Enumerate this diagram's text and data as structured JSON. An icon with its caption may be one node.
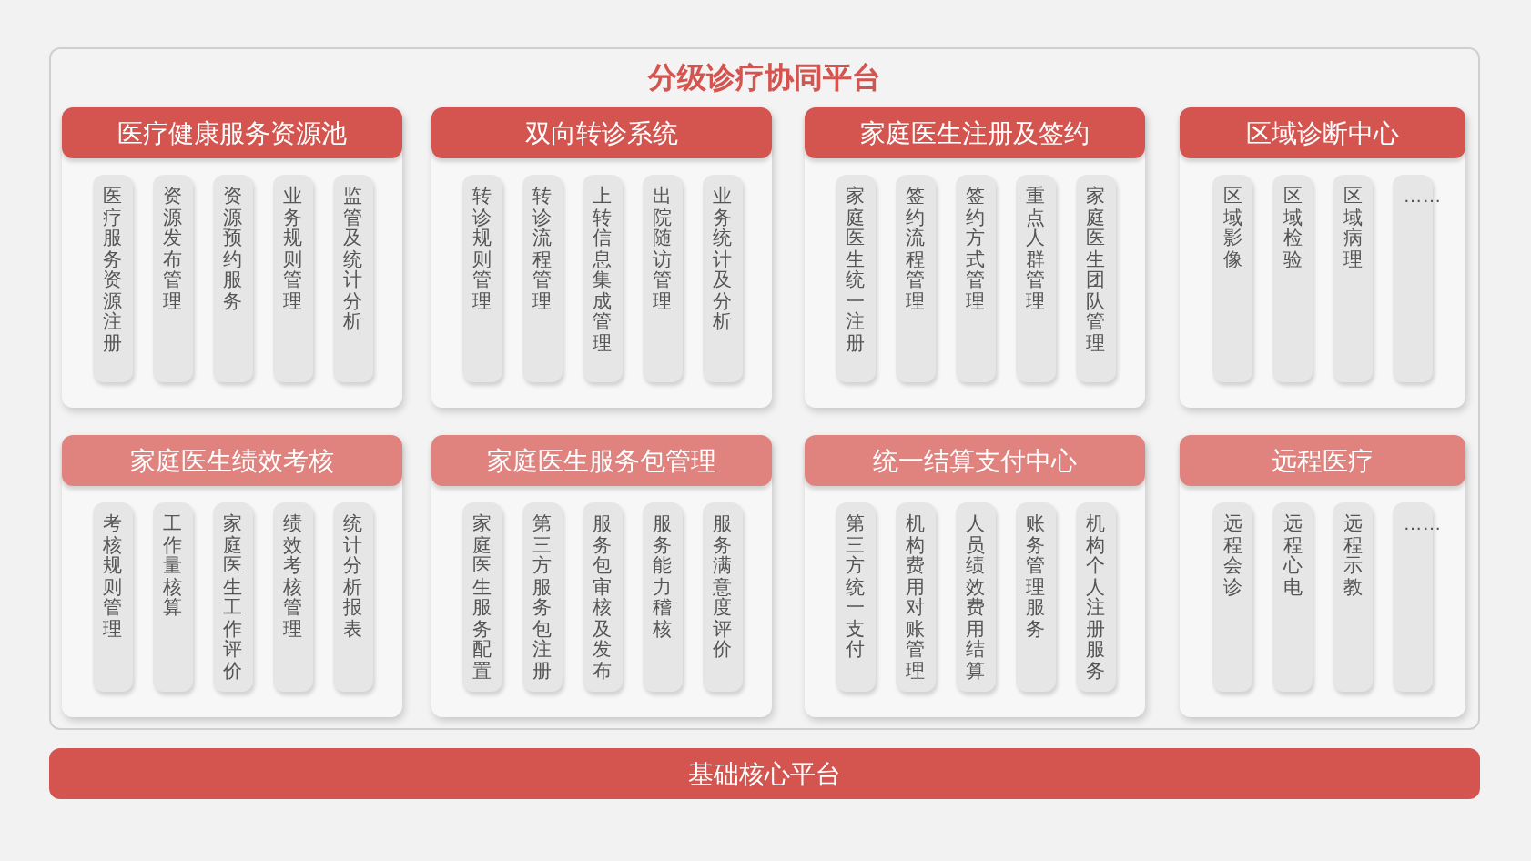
{
  "diagram": {
    "nodes": [
      {
        "text": [
          "分级诊疗协同平台"
        ]
      },
      {
        "text": [
          "医疗健康服务资源池"
        ],
        "in": 0
      },
      {
        "text": [
          "医疗服务资源注册"
        ],
        "in": 1
      },
      {
        "text": [
          "资源发布管理"
        ],
        "in": 1
      },
      {
        "text": [
          "资源预约服务"
        ],
        "in": 1
      },
      {
        "text": [
          "业务规则管理"
        ],
        "in": 1
      },
      {
        "text": [
          "监管及统计分析"
        ],
        "in": 1
      },
      {
        "text": [
          "双向转诊系统"
        ],
        "in": 0
      },
      {
        "text": [
          "转诊规则管理"
        ],
        "in": 7
      },
      {
        "text": [
          "转诊流程管理"
        ],
        "in": 7
      },
      {
        "text": [
          "上转信息集成管理"
        ],
        "in": 7
      },
      {
        "text": [
          "出院随访管理"
        ],
        "in": 7
      },
      {
        "text": [
          "业务统计及分析"
        ],
        "in": 7
      },
      {
        "text": [
          "家庭医生注册及签约"
        ],
        "in": 0
      },
      {
        "text": [
          "家庭医生统一注册"
        ],
        "in": 13
      },
      {
        "text": [
          "签约流程管理"
        ],
        "in": 13
      },
      {
        "text": [
          "签约方式管理"
        ],
        "in": 13
      },
      {
        "text": [
          "重点人群管理"
        ],
        "in": 13
      },
      {
        "text": [
          "家庭医生团队管理"
        ],
        "in": 13
      },
      {
        "text": [
          "区域诊断中心"
        ],
        "in": 0
      },
      {
        "text": [
          "区域影像"
        ],
        "in": 19
      },
      {
        "text": [
          "区域检验"
        ],
        "in": 19
      },
      {
        "text": [
          "区域病理"
        ],
        "in": 19
      },
      {
        "text": [
          "……"
        ],
        "in": 19
      },
      {
        "text": [
          "家庭医生绩效考核"
        ],
        "in": 0
      },
      {
        "text": [
          "考核规则管理"
        ],
        "in": 24
      },
      {
        "text": [
          "工作量核算"
        ],
        "in": 24
      },
      {
        "text": [
          "家庭医生工作评价"
        ],
        "in": 24
      },
      {
        "text": [
          "绩效考核管理"
        ],
        "in": 24
      },
      {
        "text": [
          "统计分析报表"
        ],
        "in": 24
      },
      {
        "text": [
          "家庭医生服务包管理"
        ],
        "in": 0
      },
      {
        "text": [
          "家庭医生服务配置"
        ],
        "in": 30
      },
      {
        "text": [
          "第三方服务包注册"
        ],
        "in": 30
      },
      {
        "text": [
          "服务包审核及发布"
        ],
        "in": 30
      },
      {
        "text": [
          "服务能力稽核"
        ],
        "in": 30
      },
      {
        "text": [
          "服务满意度评价"
        ],
        "in": 30
      },
      {
        "text": [
          "统一结算支付中心"
        ],
        "in": 0
      },
      {
        "text": [
          "第三方统一支付"
        ],
        "in": 36
      },
      {
        "text": [
          "机构费用对账管理"
        ],
        "in": 36
      },
      {
        "text": [
          "人员绩效费用结算"
        ],
        "in": 36
      },
      {
        "text": [
          "账务管理服务"
        ],
        "in": 36
      },
      {
        "text": [
          "机构个人注册服务"
        ],
        "in": 36
      },
      {
        "text": [
          "远程医疗"
        ],
        "in": 0
      },
      {
        "text": [
          "远程会诊"
        ],
        "in": 42
      },
      {
        "text": [
          "远程心电"
        ],
        "in": 42
      },
      {
        "text": [
          "远程示教"
        ],
        "in": 42
      },
      {
        "text": [
          "……"
        ],
        "in": 42
      },
      {
        "text": [
          "基础核心平台"
        ]
      }
    ]
  }
}
